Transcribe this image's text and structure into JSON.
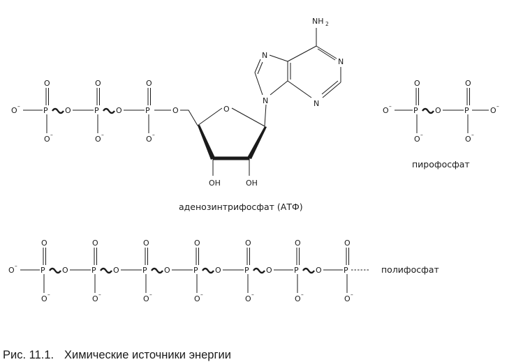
{
  "molecules": {
    "atp": {
      "label": "аденозинтрифосфат (АТФ)"
    },
    "pyrophosphate": {
      "label": "пирофосфат"
    },
    "polyphosphate": {
      "label": "полифосфат"
    }
  },
  "atoms": {
    "phosphorus": "P",
    "oxygen": "O",
    "nitrogen": "N",
    "charge": "–",
    "hydroxyl": "OH",
    "amine": "NH",
    "amine_subscript": "2"
  },
  "caption": {
    "prefix": "Рис. 11.1.",
    "text": "Химические источники энергии"
  }
}
